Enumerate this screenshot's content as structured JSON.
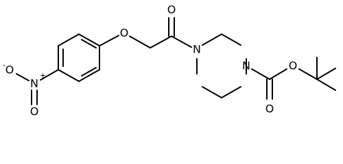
{
  "molecule": {
    "atoms": {
      "ether_oxygen": "O",
      "carbonyl_oxygen_amide": "O",
      "piperazine_n_amide": "N",
      "piperazine_n_carbamate": "N",
      "carbonyl_oxygen_ester": "O",
      "ester_oxygen": "O",
      "nitro_nitrogen": "N",
      "nitro_nitrogen_charge": "+",
      "nitro_oxygen_top": "O",
      "nitro_oxygen_top_charge": "-",
      "nitro_oxygen_bottom": "O"
    }
  }
}
